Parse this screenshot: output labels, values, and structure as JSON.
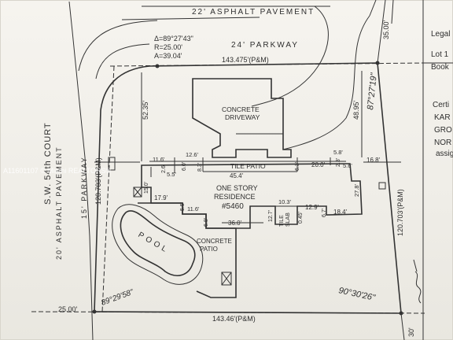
{
  "streets": {
    "top_pavement": "22' ASPHALT PAVEMENT",
    "top_parkway": "24' PARKWAY",
    "court_name": "S.W. 54th COURT",
    "left_pavement": "20' ASPHALT PAVEMENT",
    "left_parkway": "15' PARKWAY"
  },
  "curve": {
    "delta": "Δ=89°27'43\"",
    "radius": "R=25.00'",
    "arc": "A=39.04'"
  },
  "dimensions": {
    "top_line": "143.475'(P&M)",
    "bottom_line": "143.46'(P&M)",
    "left_line": "120.703'(P&M)",
    "right_line": "120.703'(P&M)",
    "left_offset": "25.00'",
    "right_offset": "35.00'",
    "bottom_right_offset": "30'",
    "setback_left": "52.35'",
    "setback_right": "48.95'",
    "angle_top_right": "87°27'19\"",
    "angle_bottom_left": "89°29'58\"",
    "angle_bottom_right": "90°30'26\""
  },
  "building": {
    "residence_line1": "ONE STORY",
    "residence_line2": "RESIDENCE",
    "house_number": "#5460",
    "driveway_line1": "CONCRETE",
    "driveway_line2": "DRIVEWAY",
    "tile_patio": "TILE PATIO",
    "pool": "POOL",
    "concrete_patio_line1": "CONCRETE",
    "concrete_patio_line2": "PATIO",
    "tile_slab_line1": "TILE",
    "tile_slab_line2": "SLAB"
  },
  "building_dims": {
    "d_11_6": "11.6'",
    "d_12_6": "12.6'",
    "d_2_6": "2.6'",
    "d_5_5a": "5.5'",
    "d_6_0": "6.0'",
    "d_8_3": "8.3'",
    "d_45_4": "45.4'",
    "d_6_3": "6.3'",
    "d_20_0": "20.0'",
    "d_5_8": "5.8'",
    "d_2_3": "2.3'",
    "d_5_6": "5.6'",
    "d_16_8": "16.8'",
    "d_15_0": "15.0'",
    "d_17_9": "17.9'",
    "d_5_5b": "5.5'",
    "d_11_6b": "11.6'",
    "d_6_8": "6.8'",
    "d_36_0": "36.0'",
    "d_12_7": "12.7'",
    "d_10_3": "10.3'",
    "d_0_45": "0.45'",
    "d_12_9": "12.9'",
    "d_6_7": "6.7'",
    "d_18_4": "18.4'",
    "d_27_8": "27.8'"
  },
  "side_notes": {
    "legal": "Legal",
    "lot": "Lot 1",
    "book": "Book",
    "certi": "Certi",
    "kar": "KAR",
    "gro": "GRO",
    "nor": "NOR",
    "assig": "assig"
  },
  "watermark": "A11601107 © Miami REALTORS®"
}
